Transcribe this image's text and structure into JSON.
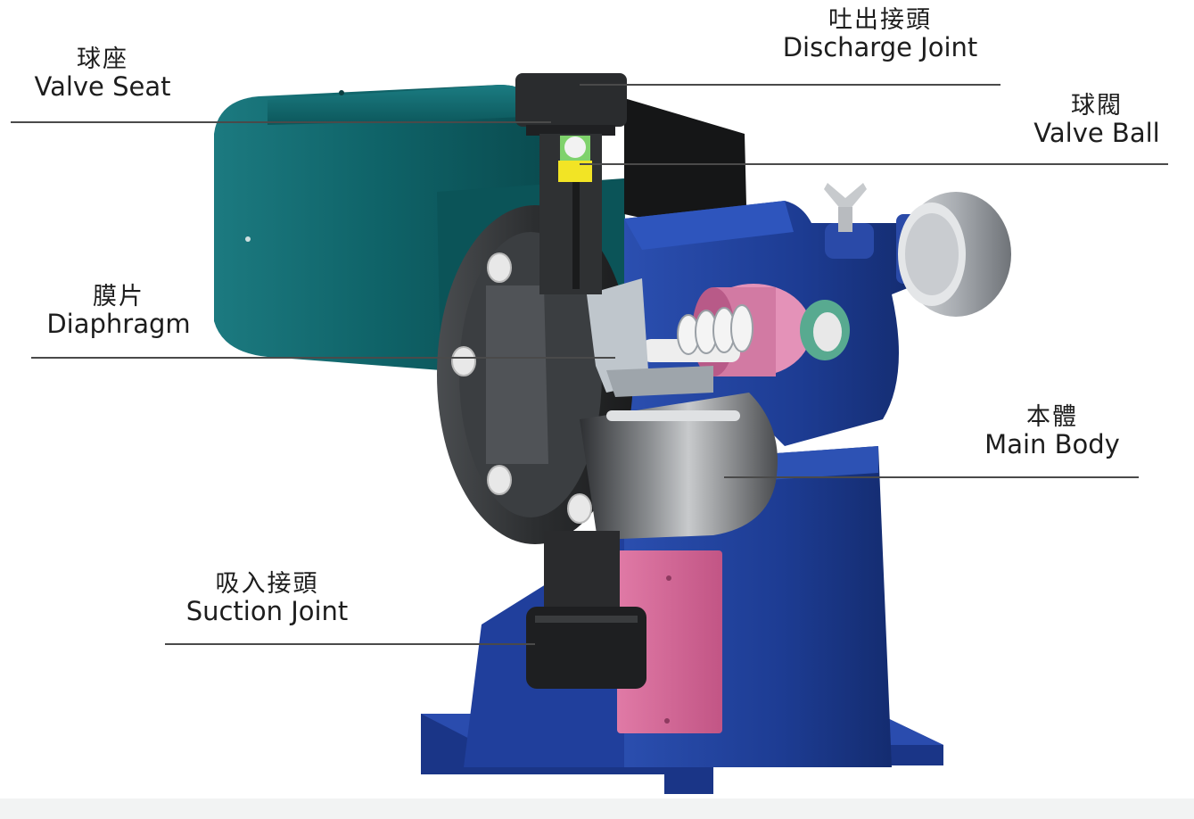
{
  "labels": {
    "valve_seat": {
      "zh": "球座",
      "en": "Valve Seat"
    },
    "discharge": {
      "zh": "吐出接頭",
      "en": "Discharge Joint"
    },
    "valve_ball": {
      "zh": "球閥",
      "en": "Valve Ball"
    },
    "diaphragm": {
      "zh": "膜片",
      "en": "Diaphragm"
    },
    "main_body": {
      "zh": "本體",
      "en": "Main Body"
    },
    "suction": {
      "zh": "吸入接頭",
      "en": "Suction Joint"
    }
  },
  "colors": {
    "motor_teal": "#0e5f63",
    "body_blue": "#1d3c93",
    "head_dark": "#303234",
    "pink_plate": "#c0507f",
    "knob_grey": "#a9adb2",
    "leader_line": "#4a4a4a"
  }
}
